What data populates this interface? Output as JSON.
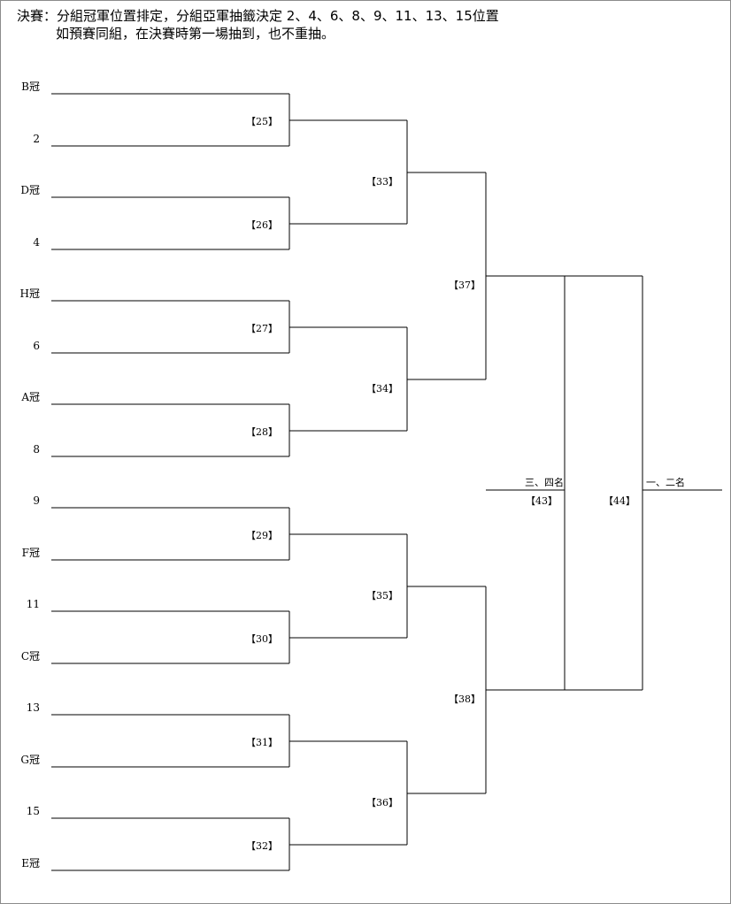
{
  "header": {
    "line1": "決賽：分組冠軍位置排定，分組亞軍抽籤決定 2、4、6、8、9、11、13、15位置",
    "line2": "如預賽同組，在決賽時第一場抽到，也不重抽。"
  },
  "slots": [
    "B冠",
    "2",
    "D冠",
    "4",
    "H冠",
    "6",
    "A冠",
    "8",
    "9",
    "F冠",
    "11",
    "C冠",
    "13",
    "G冠",
    "15",
    "E冠"
  ],
  "round1": [
    "【25】",
    "【26】",
    "【27】",
    "【28】",
    "【29】",
    "【30】",
    "【31】",
    "【32】"
  ],
  "round2": [
    "【33】",
    "【34】",
    "【35】",
    "【36】"
  ],
  "semis": [
    "【37】",
    "【38】"
  ],
  "third_place": {
    "match": "【43】",
    "label": "三、四名"
  },
  "final": {
    "match": "【44】",
    "label": "一、二名"
  }
}
